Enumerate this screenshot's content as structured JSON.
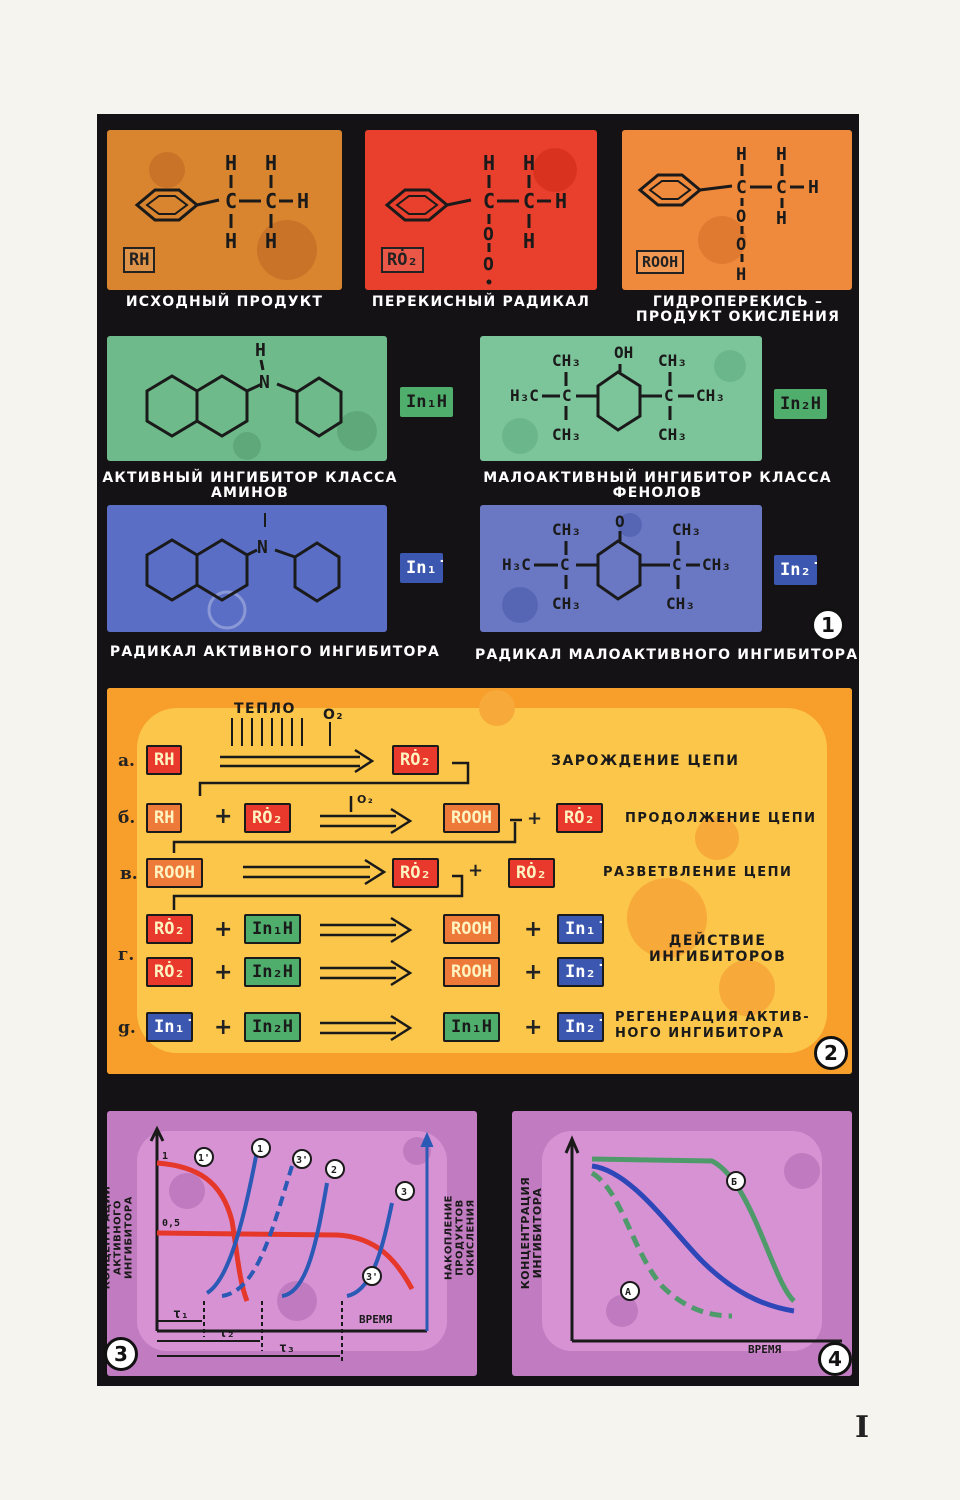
{
  "structures": [
    {
      "formula": "RH",
      "caption": "ИСХОДНЫЙ ПРОДУКТ",
      "color": "#d9852f"
    },
    {
      "formula": "RȮ₂",
      "caption": "ПЕРЕКИСНЫЙ РАДИКАЛ",
      "color": "#e8402d"
    },
    {
      "formula": "ROOH",
      "caption": "ГИДРОПЕРЕКИСЬ –\nПРОДУКТ ОКИСЛЕНИЯ",
      "color": "#ef8a3c"
    },
    {
      "formula": "In₁H",
      "caption": "АКТИВНЫЙ ИНГИБИТОР КЛАССА\nАМИНОВ",
      "color": "#6fba8a"
    },
    {
      "formula": "In₂H",
      "caption": "МАЛОАКТИВНЫЙ ИНГИБИТОР КЛАССА\nФЕНОЛОВ",
      "color": "#7cc49a"
    },
    {
      "formula": "In₁̇",
      "caption": "РАДИКАЛ АКТИВНОГО ИНГИБИТОРА",
      "color": "#5b6ec6"
    },
    {
      "formula": "In₂̇",
      "caption": "РАДИКАЛ МАЛОАКТИВНОГО ИНГИБИТОРА",
      "color": "#6a78c4"
    }
  ],
  "atoms": {
    "H": "H",
    "C": "C",
    "O": "O",
    "N": "N",
    "OH": "OH",
    "CH3": "CH₃",
    "H3C": "H₃C"
  },
  "panel_numbers": {
    "p1": "1",
    "p2": "2",
    "p3": "3",
    "p4": "4"
  },
  "scheme": {
    "heat": "ТЕПЛО",
    "o2": "O₂",
    "letters": [
      "а.",
      "б.",
      "в.",
      "г.",
      "g."
    ],
    "rh": "RH",
    "ro2": "RȮ₂",
    "rooh": "ROOH",
    "in1h": "In₁H",
    "in2h": "In₂H",
    "in1": "In₁̇",
    "in2": "In₂̇",
    "plus": "+",
    "labels": {
      "a": "ЗАРОЖДЕНИЕ ЦЕПИ",
      "b": "ПРОДОЛЖЕНИЕ ЦЕПИ",
      "v": "РАЗВЕТВЛЕНИЕ ЦЕПИ",
      "g": "ДЕЙСТВИЕ\nИНГИБИТОРОВ",
      "d": "РЕГЕНЕРАЦИЯ АКТИВ-\nНОГО ИНГИБИТОРА"
    }
  },
  "chart_data": [
    {
      "type": "line",
      "ylabel_left": "КОНЦЕНТРАЦИИ\nАКТИВНОГО ИНГИБИТОРА",
      "ylabel_right": "НАКОПЛЕНИЕ\nПРОДУКТОВ ОКИСЛЕНИЯ",
      "xlabel": "ВРЕМЯ",
      "yticks": [
        "1",
        "0,5"
      ],
      "tau": [
        "τ₁",
        "τ₂",
        "τ₃"
      ],
      "series_marks": [
        "1'",
        "1",
        "3'",
        "2",
        "3",
        "3'"
      ]
    },
    {
      "type": "line",
      "ylabel": "КОНЦЕНТРАЦИЯ\nИНГИБИТОРА",
      "xlabel": "ВРЕМЯ",
      "series_marks": [
        "Б",
        "А"
      ],
      "colors": {
        "A": "#2e47b8",
        "B": "#4f9a6a",
        "A_dashed": "#4f9a6a"
      }
    }
  ],
  "page_number": "I"
}
